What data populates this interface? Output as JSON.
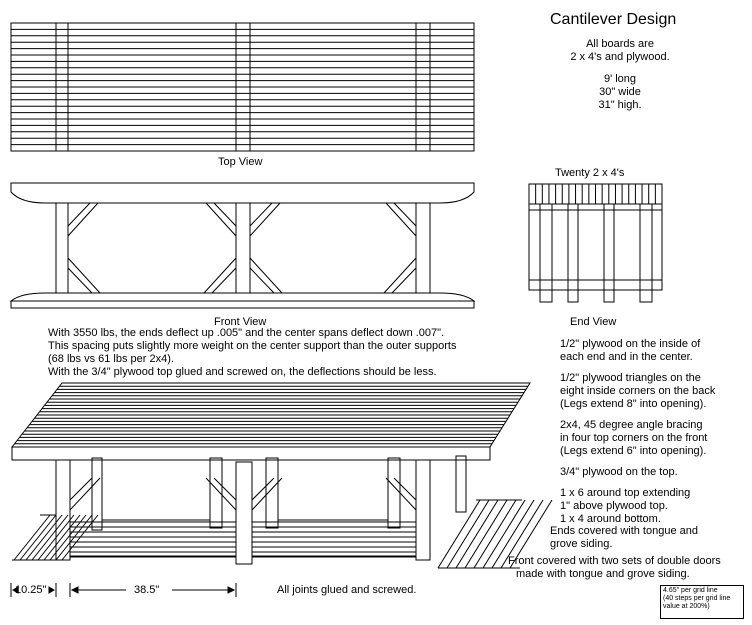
{
  "title": "Cantilever Design",
  "spec_lines": [
    "All boards are",
    "2 x 4's and plywood.",
    "9' long",
    "30\" wide",
    "31\" high."
  ],
  "views": {
    "top": "Top View",
    "front": "Front View",
    "end": "End View",
    "twenty": "Twenty  2 x 4's"
  },
  "deflection_paragraph": [
    "With 3550 lbs, the ends deflect up .005\" and the center spans deflect down .007\".",
    "This spacing puts slightly more weight on the center support than the outer supports",
    "(68 lbs vs 61 lbs per 2x4).",
    "With the 3/4\" plywood top glued and screwed on, the deflections should be less."
  ],
  "notes": [
    [
      "1/2\" plywood on the inside of",
      "each end and in the center."
    ],
    [
      "1/2\" plywood triangles on the",
      "eight inside corners on the back",
      "(Legs extend 8\" into opening)."
    ],
    [
      "2x4, 45 degree angle bracing",
      "in four top corners on the front",
      "(Legs extend 6\" into opening)."
    ],
    [
      "3/4\" plywood on the top."
    ],
    [
      "1 x 6 around top extending",
      "1\" above plywood top.",
      "1 x 4 around bottom."
    ],
    [
      "Ends covered with tongue and",
      "grove siding."
    ],
    [
      "Front covered with two sets of double doors",
      "made with tongue and grove siding."
    ]
  ],
  "dimensions": {
    "end": "10.25\"",
    "span": "38.5\""
  },
  "joints": "All joints glued and screwed.",
  "scale_note": [
    "4.65\" per grid line",
    "(40 steps per grid line",
    "value at 200%)"
  ]
}
